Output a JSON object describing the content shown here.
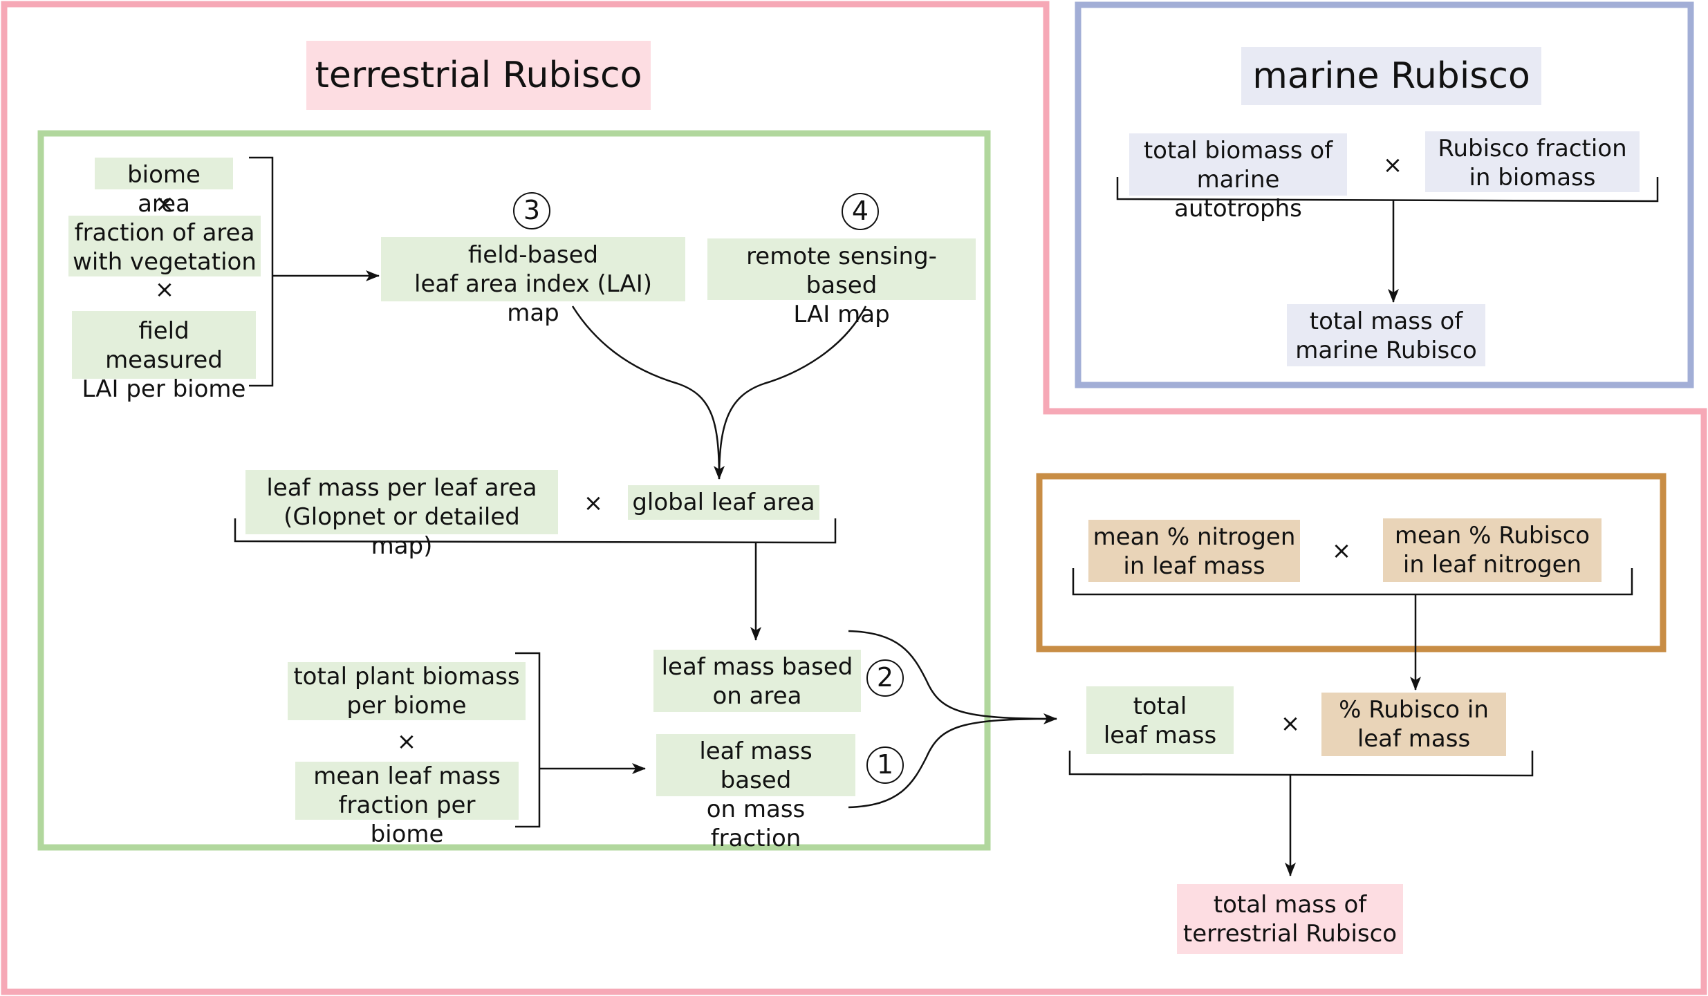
{
  "colors": {
    "outer_pink": "#f6a8b6",
    "marine_blue": "#a2aed6",
    "terrestrial_green": "#b1d79d",
    "leaf_orange": "#c88d45",
    "box_green": "#e3efdb",
    "box_tan": "#e9d4b8",
    "box_lavender": "#e8eaf4",
    "box_pink": "#fddde2"
  },
  "terrestrial": {
    "title": "terrestrial Rubisco",
    "biome_area": "biome area",
    "fraction_area": "fraction of area\nwith vegetation",
    "field_lai": "field measured\nLAI per biome",
    "field_map": "field-based\nleaf area index (LAI) map",
    "remote_map": "remote sensing-based\nLAI map",
    "num3": "3",
    "num4": "4",
    "leaf_mass_per_area": "leaf mass per leaf area\n(Glopnet or detailed map)",
    "global_leaf_area": "global leaf area",
    "total_plant_biomass": "total plant biomass\nper biome",
    "mean_leaf_mass_fraction": "mean leaf mass\nfraction per biome",
    "leaf_mass_area": "leaf mass based\non area",
    "leaf_mass_fraction": "leaf mass based\non mass fraction",
    "num2": "2",
    "num1": "1"
  },
  "marine": {
    "title": "marine Rubisco",
    "total_biomass": "total biomass of\nmarine autotrophs",
    "rubisco_fraction": "Rubisco fraction\nin biomass",
    "total_mass": "total mass of\nmarine Rubisco"
  },
  "leaf": {
    "mean_nitrogen": "mean % nitrogen\nin leaf mass",
    "mean_rubisco_n": "mean % Rubisco\nin leaf nitrogen",
    "total_leaf_mass": "total\nleaf mass",
    "pct_rubisco_leaf": "% Rubisco in\nleaf mass",
    "total_terrestrial": "total mass of\nterrestrial Rubisco"
  },
  "times_symbol": "×"
}
